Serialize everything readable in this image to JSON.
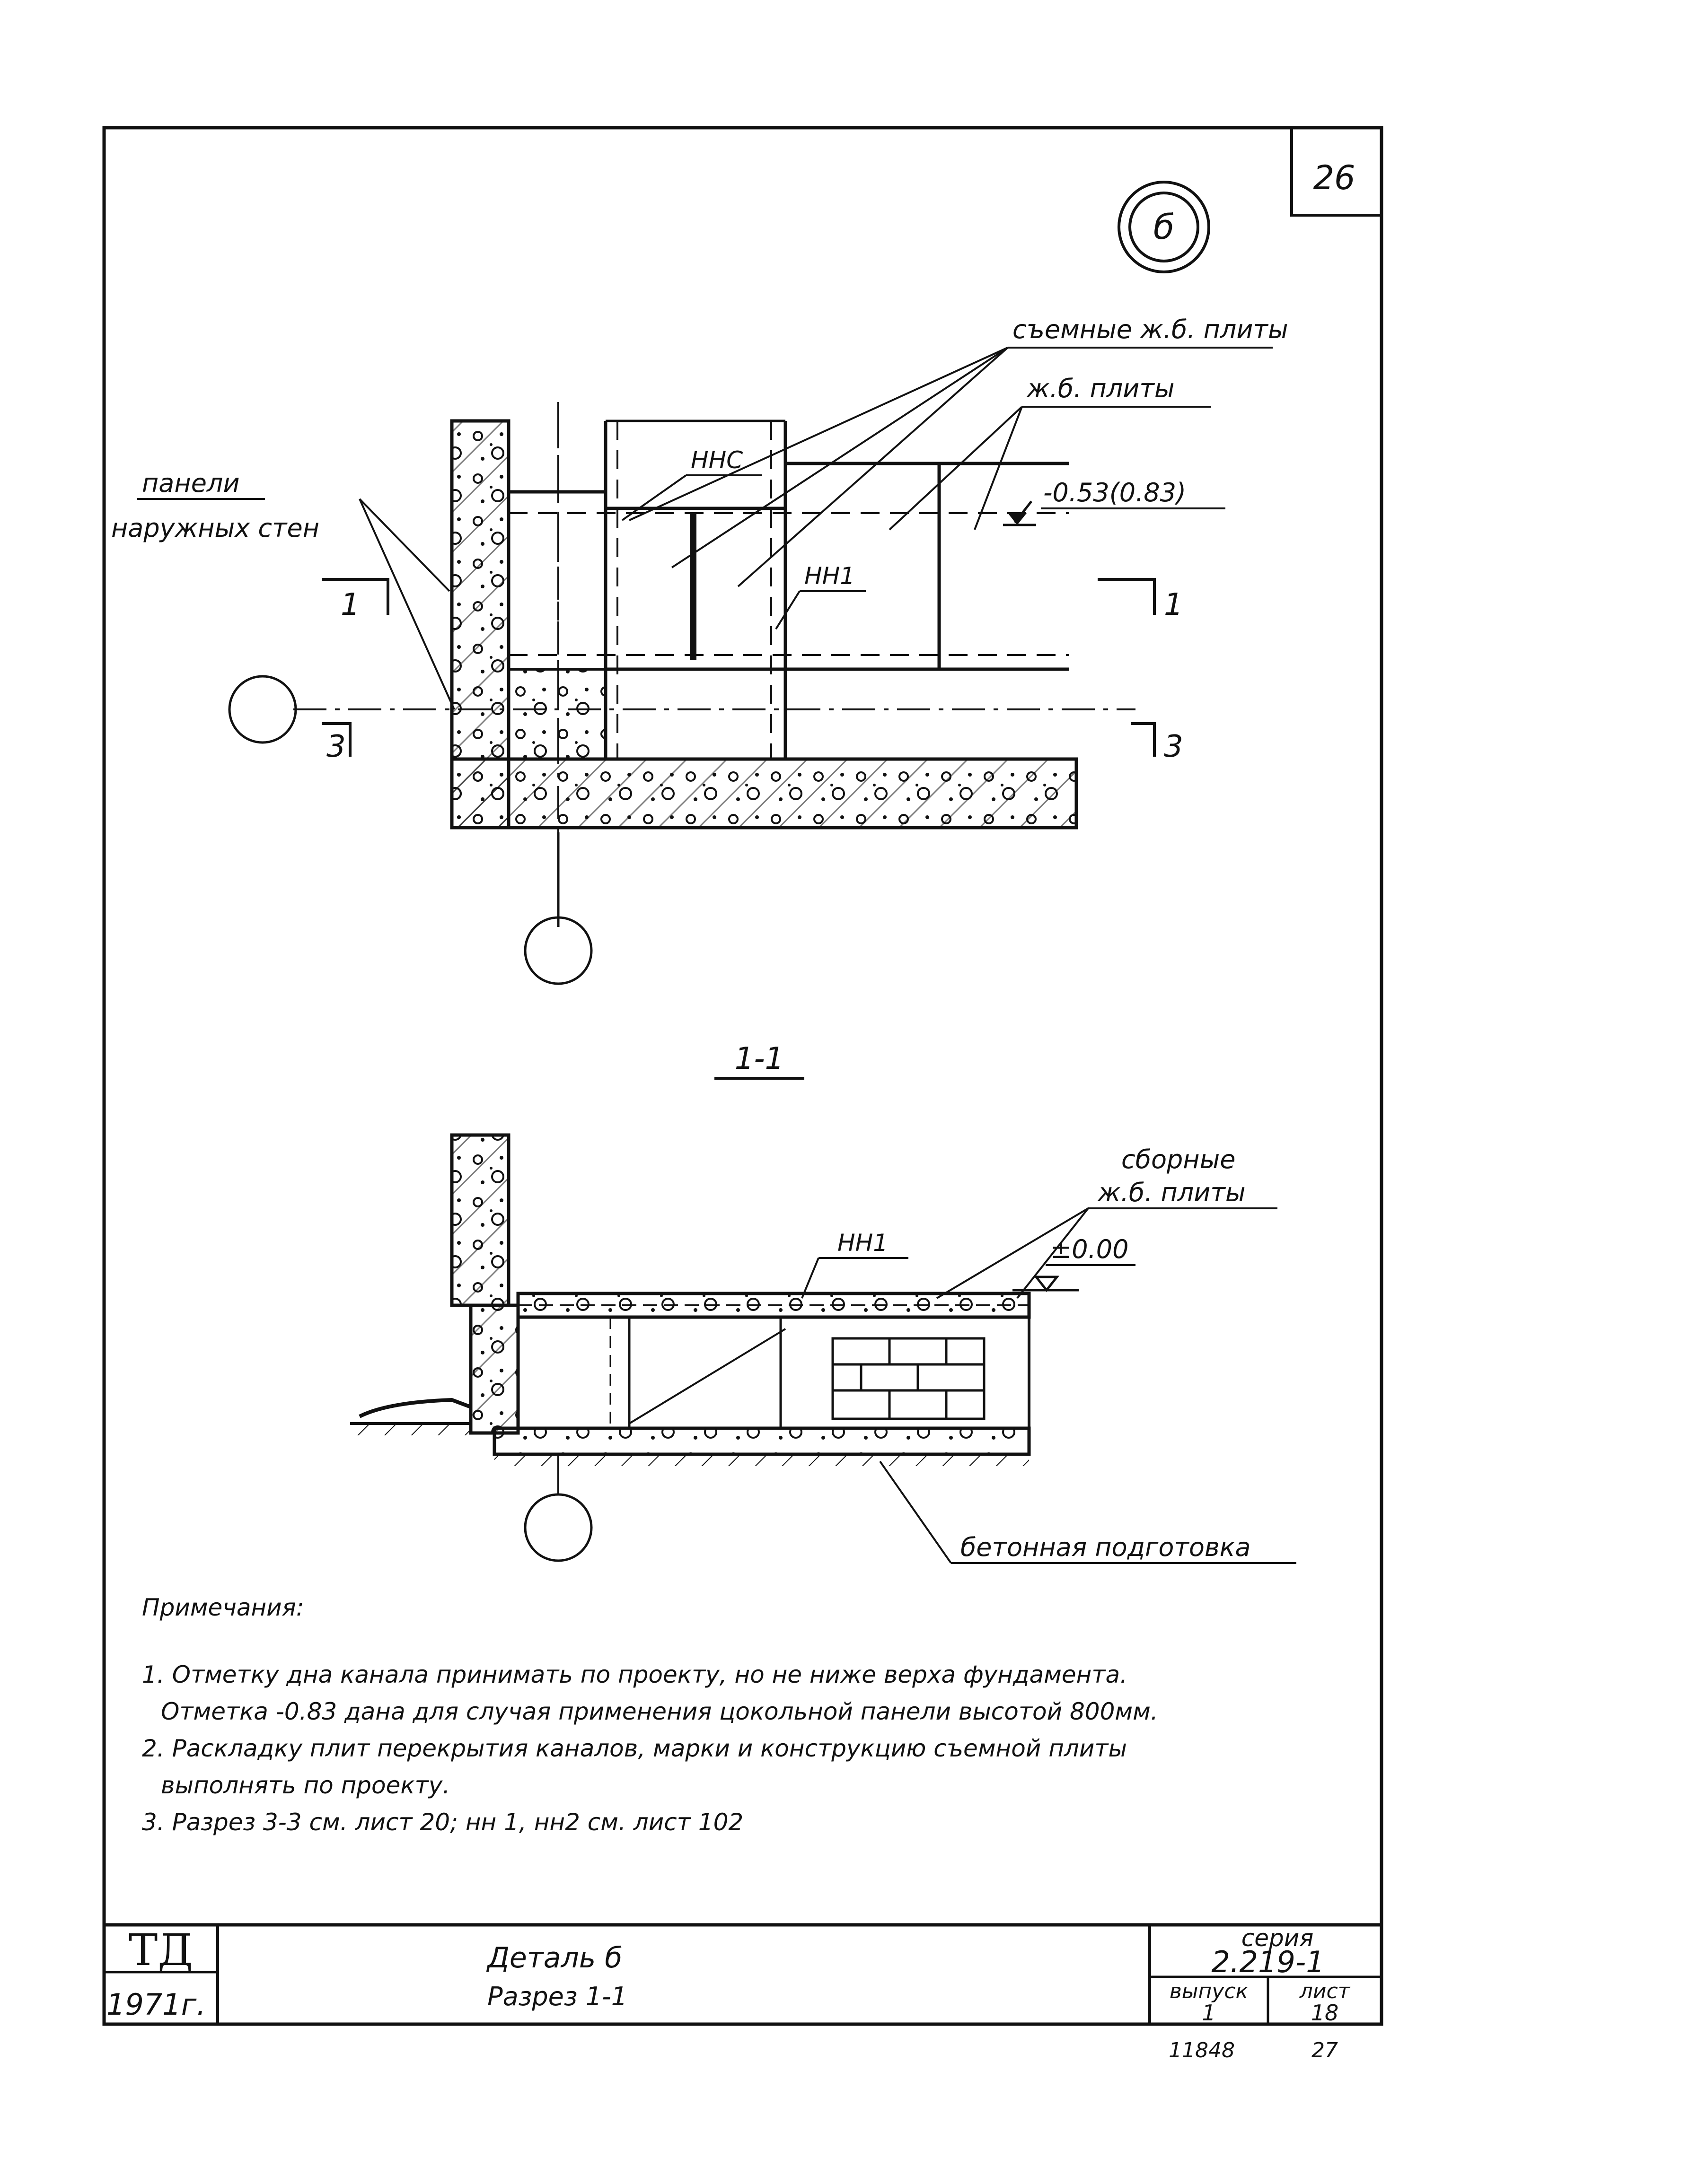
{
  "sheet": {
    "corner_number": "26",
    "detail_marker": "б"
  },
  "plan": {
    "label_removable_slabs": "съемные ж.б. плиты",
    "label_slabs": "ж.б. плиты",
    "label_outer_wall_line1": "панели",
    "label_outer_wall_line2": "наружных стен",
    "label_nms": "ННС",
    "label_nn1": "НН1",
    "elevation": "-0.53(0.83)",
    "cut_1_left": "1",
    "cut_1_right": "1",
    "cut_3_left": "3",
    "cut_3_right": "3"
  },
  "section": {
    "title": "1-1",
    "label_precast_line1": "сборные",
    "label_precast_line2": "ж.б. плиты",
    "label_nn1": "НН1",
    "elevation": "±0.00",
    "label_concrete_base": "бетонная подготовка"
  },
  "notes": {
    "title": "Примечания:",
    "items": [
      "1. Отметку дна канала принимать по проекту, но не ниже верха фундамента.",
      "Отметка -0.83 дана для случая применения цокольной панели высотой 800мм.",
      "2. Раскладку плит перекрытия каналов, марки и конструкцию съемной плиты",
      "выполнять по проекту.",
      "3. Разрез 3-3     см. лист 20;  нн 1,   нн2   см. лист 102"
    ]
  },
  "title_block": {
    "org": "ТД",
    "year": "1971г.",
    "name_line1": "Деталь б",
    "name_line2": "Разрез 1-1",
    "series_label": "серия",
    "series_value": "2.219-1",
    "issue_label": "выпуск",
    "issue_value": "1",
    "sheet_label": "лист",
    "sheet_value": "18",
    "footer_left": "11848",
    "footer_right": "27"
  }
}
